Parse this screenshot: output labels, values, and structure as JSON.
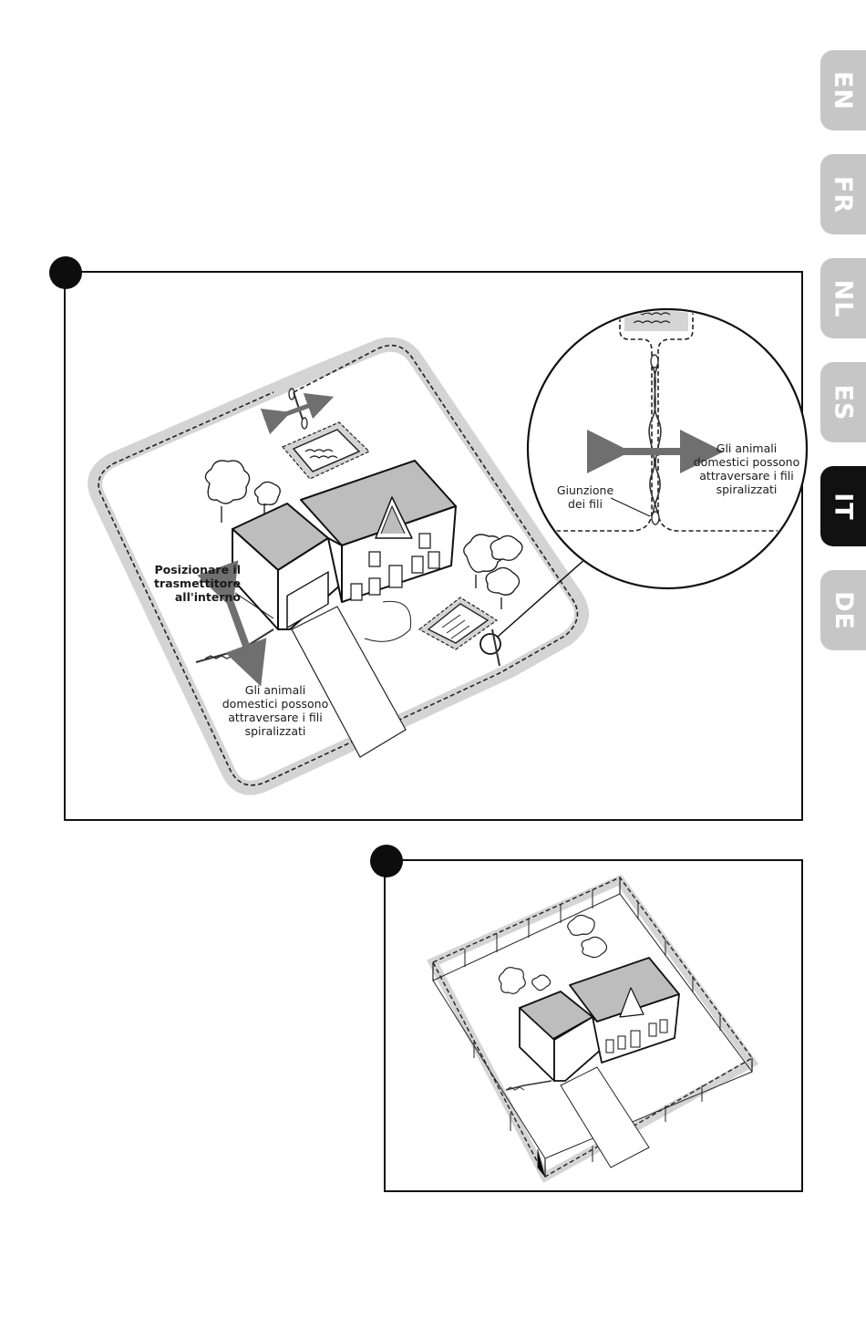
{
  "language_tabs": [
    {
      "code": "EN",
      "active": false
    },
    {
      "code": "FR",
      "active": false
    },
    {
      "code": "NL",
      "active": false
    },
    {
      "code": "ES",
      "active": false
    },
    {
      "code": "IT",
      "active": true
    },
    {
      "code": "DE",
      "active": false
    }
  ],
  "figure1": {
    "transmitter_label": [
      "Posizionare il",
      "trasmettitore",
      "all'interno"
    ],
    "pets_cross_label": [
      "Gli animali",
      "domestici possono",
      "attraversare i fili",
      "spiralizzati"
    ],
    "zoom": {
      "pets_cross_label": [
        "Gli animali",
        "domestici possono",
        "attraversare i fili",
        "spiralizzati"
      ],
      "splice_label": [
        "Giunzione",
        "dei fili"
      ]
    }
  },
  "colors": {
    "active_tab": "#111111",
    "inactive_tab": "#c6c6c6",
    "boundary_band": "#d4d4d4",
    "arrow_gray": "#6f6f6f"
  }
}
